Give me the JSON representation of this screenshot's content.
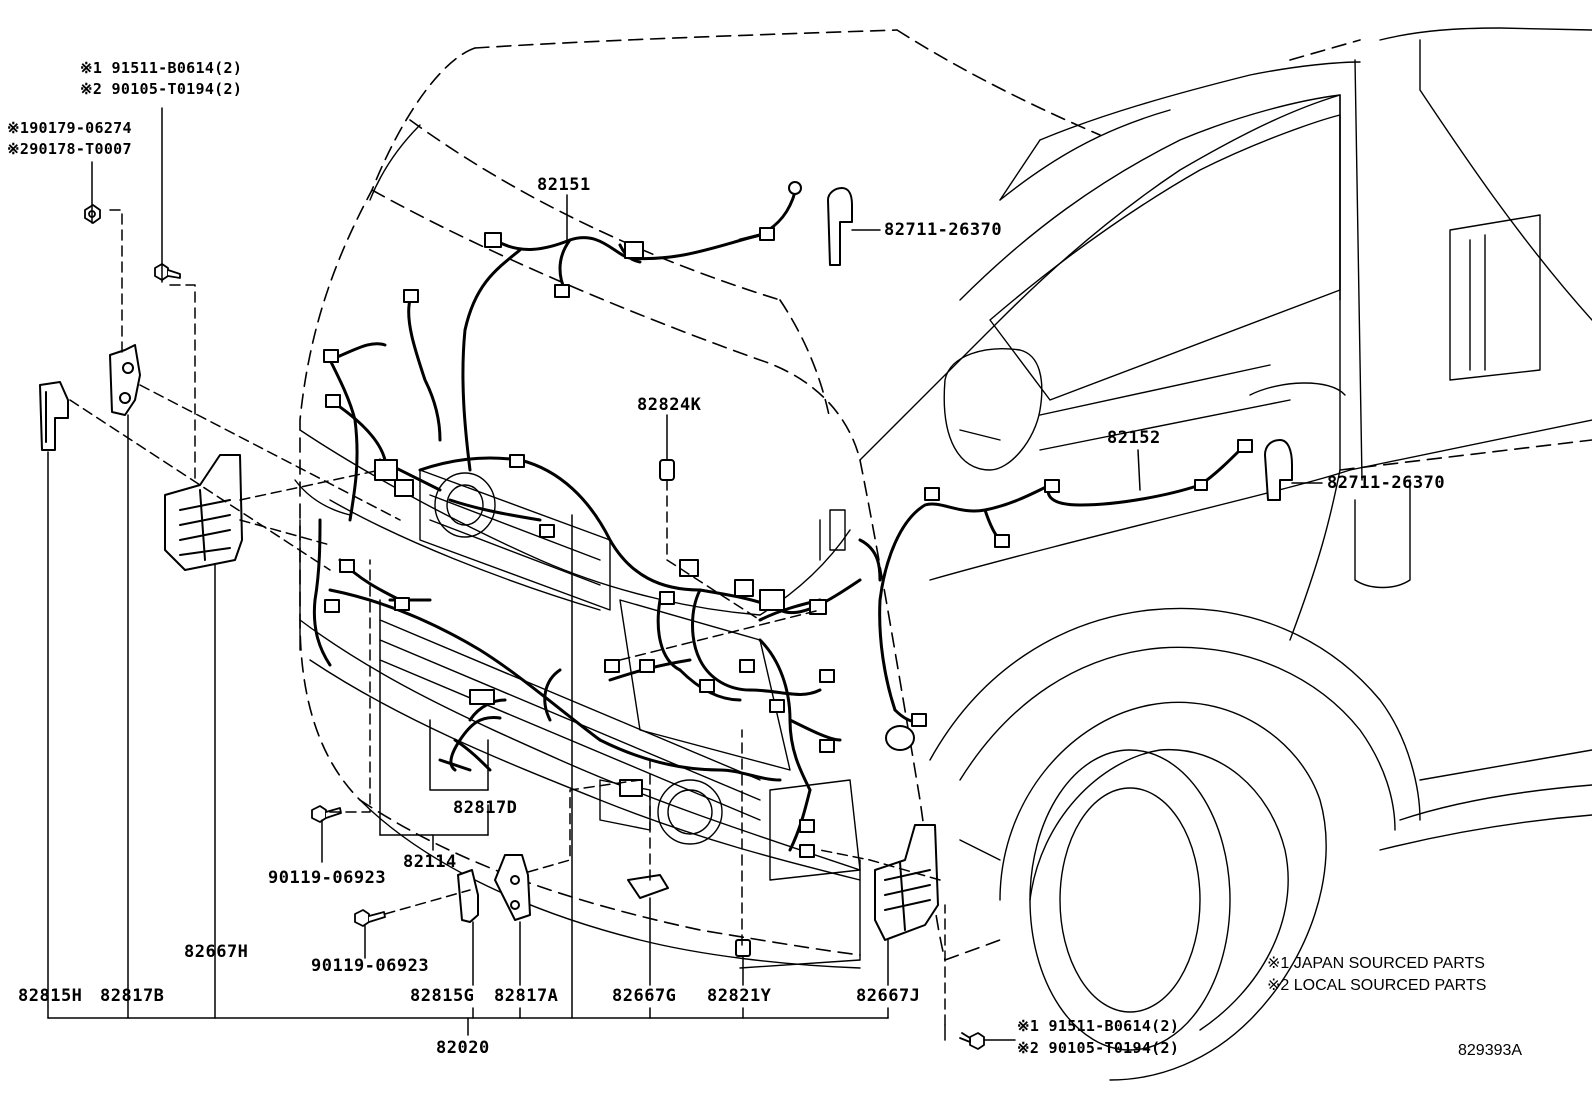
{
  "parts": {
    "p82151": "82151",
    "p82711_top": "82711-26370",
    "p82824K": "82824K",
    "p82152": "82152",
    "p82711_right": "82711-26370",
    "p82817D": "82817D",
    "p82114": "82114",
    "p90119_a": "90119-06923",
    "p90119_b": "90119-06923",
    "p82667H": "82667H",
    "p82815H": "82815H",
    "p82817B": "82817B",
    "p82815G": "82815G",
    "p82817A": "82817A",
    "p82667G": "82667G",
    "p82821Y": "82821Y",
    "p82667J": "82667J",
    "p82020": "82020"
  },
  "notes": {
    "top_bolt_1": "※1 91511-B0614(2)",
    "top_bolt_2": "※2 90105-T0194(2)",
    "top_nut_1": "※190179-06274",
    "top_nut_2": "※290178-T0007",
    "bottom_bolt_1": "※1 91511-B0614(2)",
    "bottom_bolt_2": "※2 90105-T0194(2)"
  },
  "legend": {
    "line1": "※1 JAPAN SOURCED PARTS",
    "line2": "※2 LOCAL SOURCED PARTS"
  },
  "diagram_ref": "829393A"
}
